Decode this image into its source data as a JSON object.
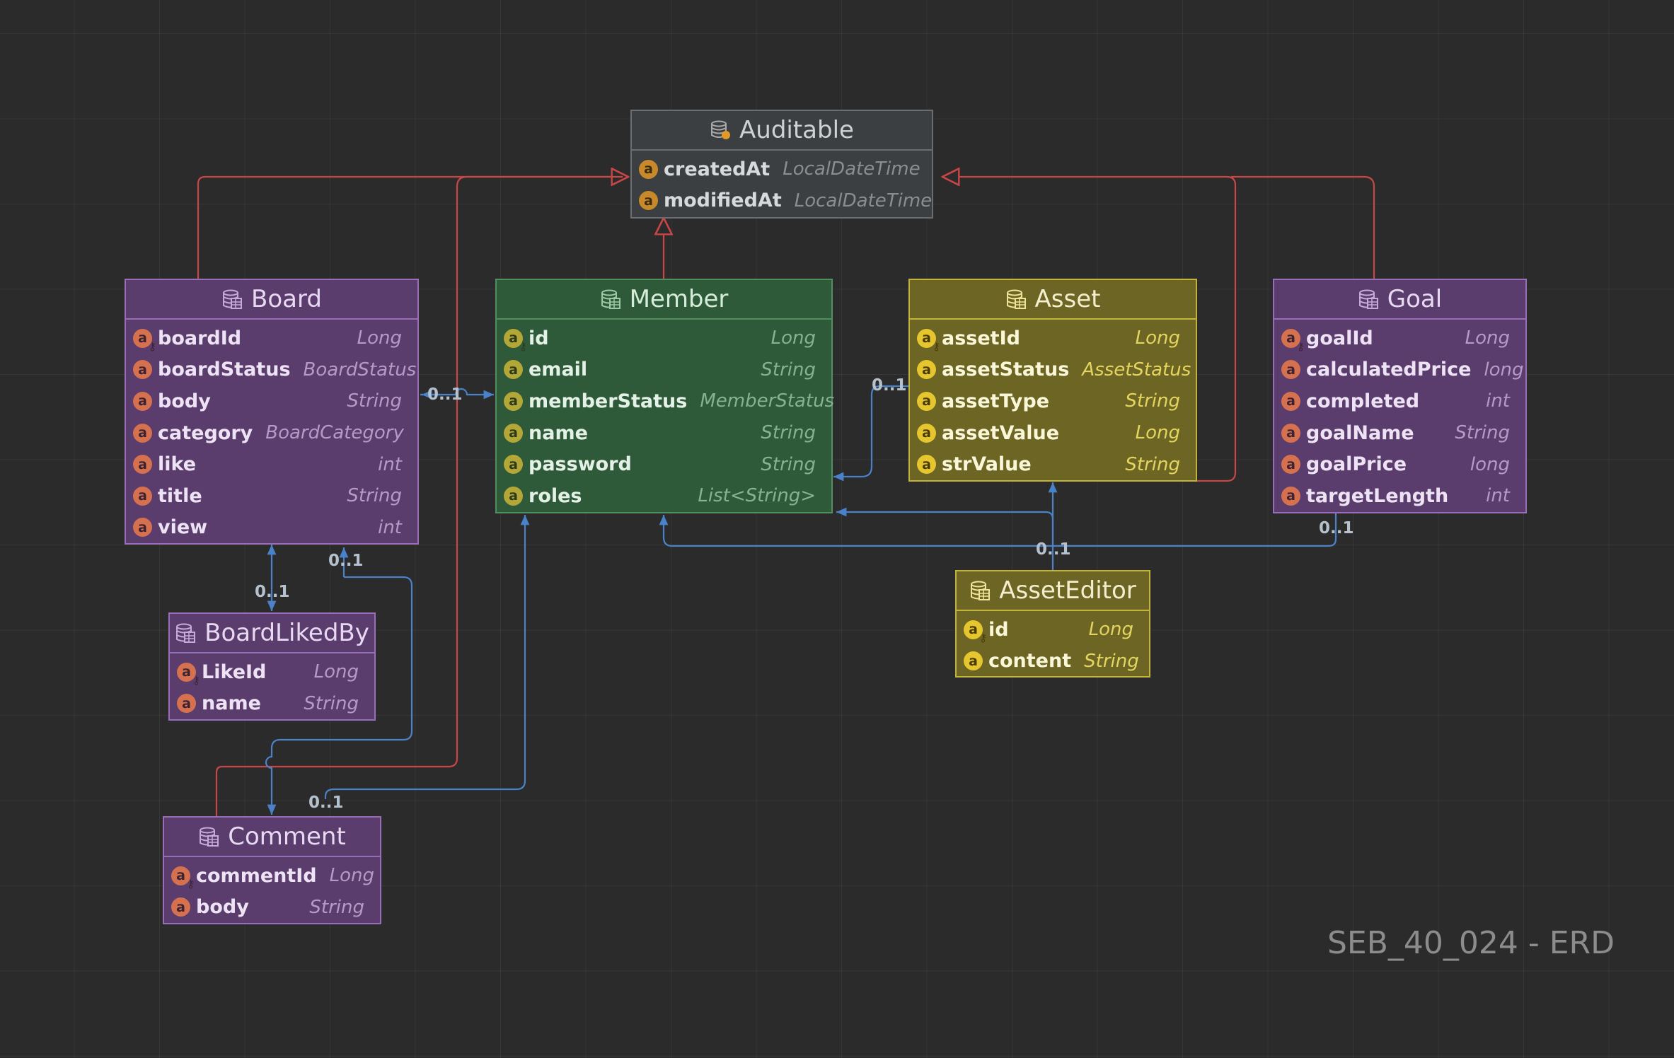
{
  "diagram": {
    "title": "SEB_40_024 - ERD",
    "entities": {
      "auditable": {
        "name": "Auditable",
        "fields": [
          {
            "name": "createdAt",
            "type": "LocalDateTime"
          },
          {
            "name": "modifiedAt",
            "type": "LocalDateTime"
          }
        ]
      },
      "board": {
        "name": "Board",
        "fields": [
          {
            "name": "boardId",
            "type": "Long",
            "key": true
          },
          {
            "name": "boardStatus",
            "type": "BoardStatus"
          },
          {
            "name": "body",
            "type": "String"
          },
          {
            "name": "category",
            "type": "BoardCategory"
          },
          {
            "name": "like",
            "type": "int"
          },
          {
            "name": "title",
            "type": "String"
          },
          {
            "name": "view",
            "type": "int"
          }
        ]
      },
      "member": {
        "name": "Member",
        "fields": [
          {
            "name": "id",
            "type": "Long",
            "key": true
          },
          {
            "name": "email",
            "type": "String"
          },
          {
            "name": "memberStatus",
            "type": "MemberStatus"
          },
          {
            "name": "name",
            "type": "String"
          },
          {
            "name": "password",
            "type": "String"
          },
          {
            "name": "roles",
            "type": "List<String>"
          }
        ]
      },
      "asset": {
        "name": "Asset",
        "fields": [
          {
            "name": "assetId",
            "type": "Long",
            "key": true
          },
          {
            "name": "assetStatus",
            "type": "AssetStatus"
          },
          {
            "name": "assetType",
            "type": "String"
          },
          {
            "name": "assetValue",
            "type": "Long"
          },
          {
            "name": "strValue",
            "type": "String"
          }
        ]
      },
      "goal": {
        "name": "Goal",
        "fields": [
          {
            "name": "goalId",
            "type": "Long",
            "key": true
          },
          {
            "name": "calculatedPrice",
            "type": "long"
          },
          {
            "name": "completed",
            "type": "int"
          },
          {
            "name": "goalName",
            "type": "String"
          },
          {
            "name": "goalPrice",
            "type": "long"
          },
          {
            "name": "targetLength",
            "type": "int"
          }
        ]
      },
      "boardLikedBy": {
        "name": "BoardLikedBy",
        "fields": [
          {
            "name": "LikeId",
            "type": "Long",
            "key": true
          },
          {
            "name": "name",
            "type": "String"
          }
        ]
      },
      "assetEditor": {
        "name": "AssetEditor",
        "fields": [
          {
            "name": "id",
            "type": "Long",
            "key": true
          },
          {
            "name": "content",
            "type": "String"
          }
        ]
      },
      "comment": {
        "name": "Comment",
        "fields": [
          {
            "name": "commentId",
            "type": "Long",
            "key": true
          },
          {
            "name": "body",
            "type": "String"
          }
        ]
      }
    },
    "cardinalities": {
      "board_member": "0..1",
      "asset_member": "0..1",
      "board_likedby": "0..1",
      "board_comment": "0..1",
      "member_comment": "0..1",
      "asset_editor": "0..1",
      "goal_member": "0..1"
    },
    "field_badge": "a",
    "key_glyph": "⚷",
    "colors": {
      "inheritance": "#c94646",
      "association": "#4a82c9"
    }
  }
}
